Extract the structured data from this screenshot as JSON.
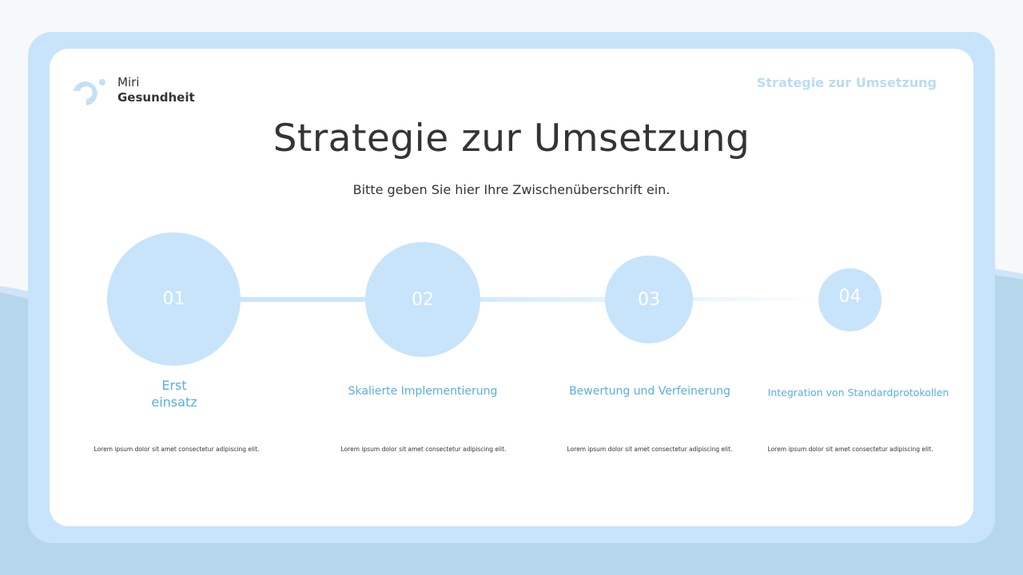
{
  "brand": {
    "line1": "Miri",
    "line2": "Gesundheit"
  },
  "header": {
    "section_title": "Strategie zur Umsetzung"
  },
  "main": {
    "title": "Strategie zur Umsetzung",
    "subtitle": "Bitte geben Sie hier Ihre Zwischenüberschrift ein."
  },
  "steps": [
    {
      "number": "01",
      "label_line1": "Erst",
      "label_line2": "einsatz",
      "desc": "Lorem ipsum dolor sit amet consectetur adipiscing elit."
    },
    {
      "number": "02",
      "label": "Skalierte Implementierung",
      "desc": "Lorem ipsum dolor sit amet consectetur adipiscing elit."
    },
    {
      "number": "03",
      "label": "Bewertung und Verfeinerung",
      "desc": "Lorem ipsum dolor sit amet consectetur adipiscing elit."
    },
    {
      "number": "04",
      "label": "Integration von Standardprotokollen",
      "desc": "Lorem ipsum dolor sit amet consectetur adipiscing elit."
    }
  ],
  "colors": {
    "accent": "#5aaee0",
    "circle": "#c7e4fb",
    "frame": "#c8e4fa",
    "background_wave": "#b6d6eb",
    "text": "#333438"
  }
}
